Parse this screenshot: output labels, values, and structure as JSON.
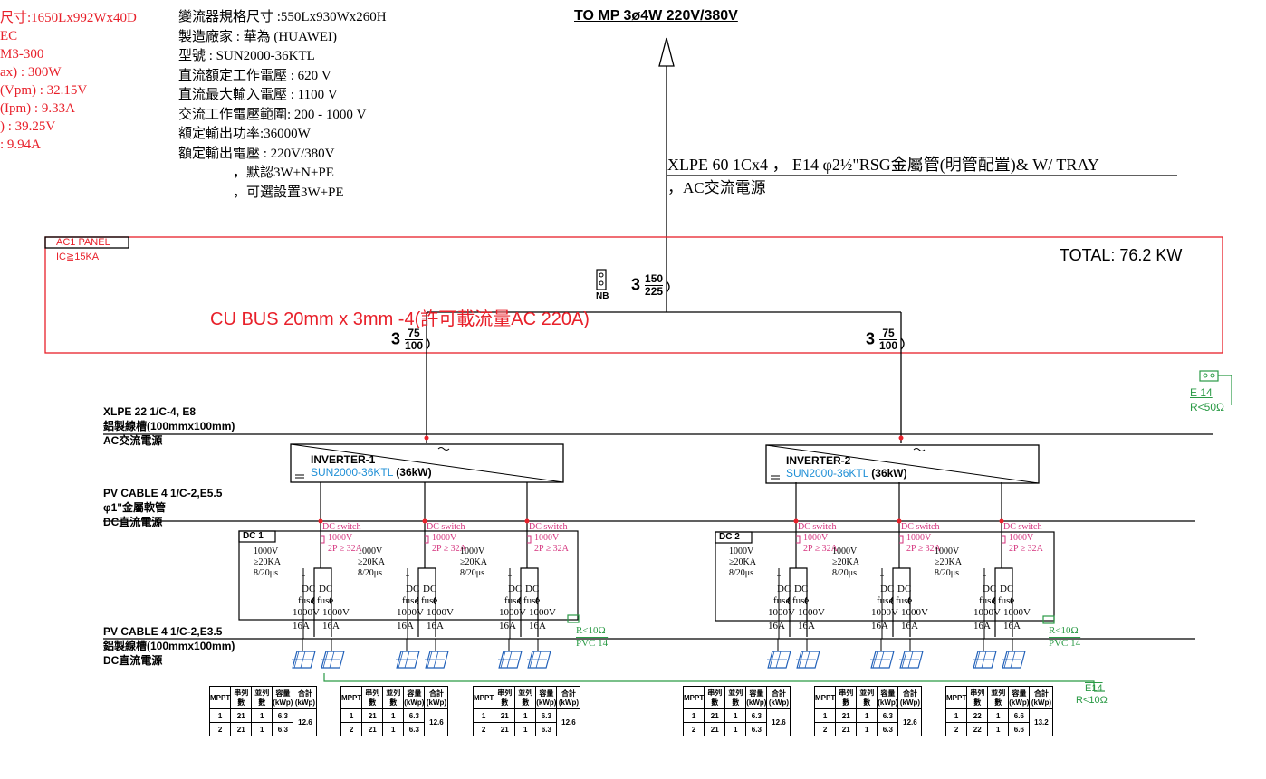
{
  "title_top": "TO MP 3ø4W  220V/380V",
  "left_spec_lines": [
    "尺寸:1650Lx992Wx40D",
    "EC",
    "M3-300",
    "ax) : 300W",
    "(Vpm) : 32.15V",
    "(Ipm) : 9.33A",
    ") : 39.25V",
    ": 9.94A"
  ],
  "inverter_spec": {
    "lines": [
      "變流器規格尺寸 :550Lx930Wx260H",
      "製造廠家 : 華為 (HUAWEI)",
      "型號 : SUN2000-36KTL",
      "直流額定工作電壓 : 620 V",
      "直流最大輸入電壓 : 1100 V",
      "交流工作電壓範圍: 200 - 1000 V",
      "額定輸出功率:36000W",
      "額定輸出電壓 : 220V/380V",
      "，默認3W+N+PE",
      "，可選設置3W+PE"
    ]
  },
  "feeder": {
    "line1": "XLPE 60 1Cx4 ，  E14 φ2½\"RSG金屬管(明管配置)& W/ TRAY",
    "line2": "，AC交流電源"
  },
  "panel": {
    "name": "AC1 PANEL",
    "ic": "IC≧15KA",
    "total": "TOTAL: 76.2 KW",
    "bus": "CU BUS 20mm x 3mm -4(許可載流量AC 220A)",
    "nb": "NB",
    "main_breaker": {
      "poles": "3",
      "top": "150",
      "bottom": "225"
    },
    "ground": {
      "label": "E 14",
      "r": "R<50Ω"
    }
  },
  "branch_breakers": [
    {
      "poles": "3",
      "top": "75",
      "bottom": "100"
    },
    {
      "poles": "3",
      "top": "75",
      "bottom": "100"
    }
  ],
  "ac_cable": {
    "l1": "XLPE 22 1/C-4, E8",
    "l2": "鋁製線槽(100mmx100mm)",
    "l3": "AC交流電源"
  },
  "pv_cable_top": {
    "l1": "PV CABLE 4 1/C-2,E5.5",
    "l2": "φ1\"金屬軟管",
    "l3": "DC直流電源"
  },
  "pv_cable_bottom": {
    "l1": "PV CABLE 4 1/C-2,E3.5",
    "l2": "鋁製線槽(100mmx100mm)",
    "l3": "DC直流電源"
  },
  "inverters": [
    {
      "name": "INVERTER-1",
      "model": "SUN2000-36KTL",
      "kw": "(36kW)",
      "dc_box": "DC 1"
    },
    {
      "name": "INVERTER-2",
      "model": "SUN2000-36KTL",
      "kw": "(36kW)",
      "dc_box": "DC 2"
    }
  ],
  "dc_switch": {
    "l1": "DC switch",
    "l2": "1000V",
    "l3": "2P ≥ 32A"
  },
  "spd": {
    "l1": "1000V",
    "l2": "≥20KA",
    "l3": "8/20μs"
  },
  "fuse": {
    "l1": "DC",
    "l2": "fuse",
    "l3": "1000V",
    "l4": "16A"
  },
  "dc_ground": {
    "r": "R<10Ω",
    "pvc": "PVC 14"
  },
  "array_ground": {
    "e": "E14",
    "r": "R<10Ω"
  },
  "mppt_tables": [
    {
      "rows": [
        [
          "1",
          "21",
          "1",
          "6.3"
        ],
        [
          "2",
          "21",
          "1",
          "6.3"
        ]
      ],
      "total": "12.6"
    },
    {
      "rows": [
        [
          "1",
          "21",
          "1",
          "6.3"
        ],
        [
          "2",
          "21",
          "1",
          "6.3"
        ]
      ],
      "total": "12.6"
    },
    {
      "rows": [
        [
          "1",
          "21",
          "1",
          "6.3"
        ],
        [
          "2",
          "21",
          "1",
          "6.3"
        ]
      ],
      "total": "12.6"
    },
    {
      "rows": [
        [
          "1",
          "21",
          "1",
          "6.3"
        ],
        [
          "2",
          "21",
          "1",
          "6.3"
        ]
      ],
      "total": "12.6"
    },
    {
      "rows": [
        [
          "1",
          "21",
          "1",
          "6.3"
        ],
        [
          "2",
          "21",
          "1",
          "6.3"
        ]
      ],
      "total": "12.6"
    },
    {
      "rows": [
        [
          "1",
          "22",
          "1",
          "6.6"
        ],
        [
          "2",
          "22",
          "1",
          "6.6"
        ]
      ],
      "total": "13.2"
    }
  ],
  "mppt_headers": [
    "MPPT",
    "串列數",
    "並列數",
    "容量 (kWp)",
    "合計 (kWp)"
  ],
  "colors": {
    "red": "#e8202a",
    "magenta": "#d4317c",
    "green": "#2a9a45",
    "blue": "#1f8fd6"
  }
}
